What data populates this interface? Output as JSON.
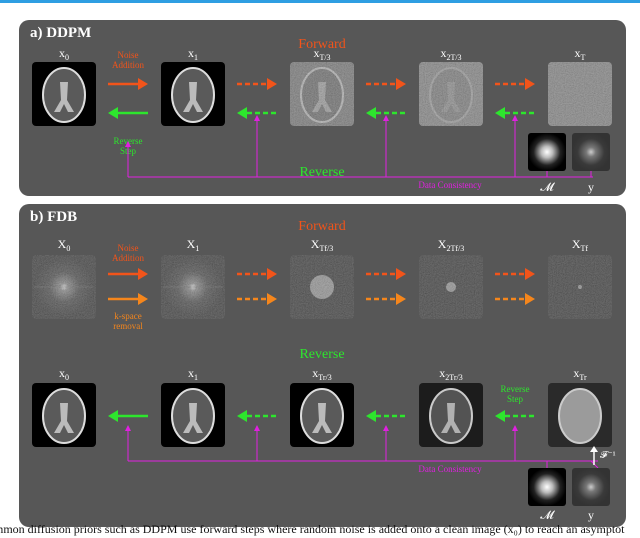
{
  "colors": {
    "panel_bg": "#575757",
    "forward": "#f2541a",
    "kspace": "#f5861c",
    "reverse": "#2de62d",
    "data_consistency": "#e020e0",
    "top_bar": "#2f9ee2"
  },
  "panel_a": {
    "title": "a) DDPM",
    "forward_label": "Forward",
    "reverse_label": "Reverse",
    "noise_addition": [
      "Noise",
      "Addition"
    ],
    "reverse_step": [
      "Reverse",
      "Step"
    ],
    "data_consistency": "Data Consistency",
    "mask_label": "𝓜",
    "measurement_label": "y",
    "image_labels": [
      {
        "base": "x",
        "sub": "0",
        "image": "brain-mri"
      },
      {
        "base": "x",
        "sub": "1",
        "image": "brain-mri"
      },
      {
        "base": "x",
        "sub": "T/3",
        "image": "noisy-brain-mri"
      },
      {
        "base": "x",
        "sub": "2T/3",
        "image": "very-noisy-brain-mri"
      },
      {
        "base": "x",
        "sub": "T",
        "image": "pure-noise"
      }
    ]
  },
  "panel_b": {
    "title": "b) FDB",
    "forward_label": "Forward",
    "reverse_label": "Reverse",
    "noise_addition": [
      "Noise",
      "Addition"
    ],
    "kspace_removal": [
      "k-space",
      "removal"
    ],
    "reverse_step": [
      "Reverse",
      "Step"
    ],
    "data_consistency": "Data Consistency",
    "inverse_fourier": "𝓕⁻¹",
    "mask_label": "𝓜",
    "measurement_label": "y",
    "forward_labels": [
      {
        "base": "X",
        "sub": "0",
        "image": "kspace-full"
      },
      {
        "base": "X",
        "sub": "1",
        "image": "kspace-full"
      },
      {
        "base": "X",
        "sub": "Tf/3",
        "image": "kspace-large-center"
      },
      {
        "base": "X",
        "sub": "2Tf/3",
        "image": "kspace-small-center"
      },
      {
        "base": "X",
        "sub": "Tf",
        "image": "kspace-dot-center"
      }
    ],
    "reverse_labels": [
      {
        "base": "x",
        "sub": "0",
        "image": "brain-mri"
      },
      {
        "base": "x",
        "sub": "1",
        "image": "brain-mri"
      },
      {
        "base": "x",
        "sub": "Tr/3",
        "image": "brain-mri"
      },
      {
        "base": "x",
        "sub": "2Tr/3",
        "image": "blurry-brain-mri"
      },
      {
        "base": "x",
        "sub": "Tr",
        "image": "very-blurry-brain-mri"
      }
    ]
  },
  "caption": "mmon diffusion priors such as DDPM use forward steps where random noise is added onto a clean image (x₀) to reach an asymptot"
}
